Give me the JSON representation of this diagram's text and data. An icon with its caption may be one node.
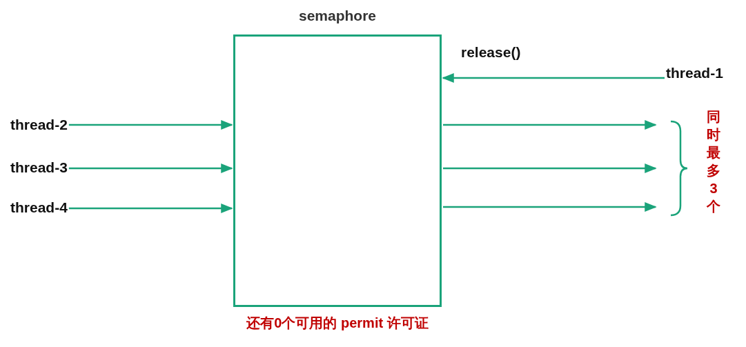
{
  "diagram": {
    "nodes": [
      {
        "text": [
          "semaphore"
        ],
        "beside": [
          "还有0个可用的 permit 许可证"
        ]
      },
      {
        "text": [
          "thread-1"
        ]
      },
      {
        "text": [
          "thread-2"
        ]
      },
      {
        "text": [
          "thread-3"
        ]
      },
      {
        "text": [
          "thread-4"
        ]
      }
    ],
    "edges": [
      {
        "from": 1,
        "to": 0,
        "arrow": "to",
        "label": "release()"
      },
      {
        "from": 2,
        "to": 0,
        "arrow": "to"
      },
      {
        "from": 3,
        "to": 0,
        "arrow": "to"
      },
      {
        "from": 4,
        "to": 0,
        "arrow": "to"
      },
      {
        "from": 0,
        "to": null,
        "arrow": "to"
      },
      {
        "from": 0,
        "to": null,
        "arrow": "to"
      },
      {
        "from": 0,
        "to": null,
        "arrow": "to"
      }
    ],
    "labels": [
      "同时最多3个"
    ]
  }
}
